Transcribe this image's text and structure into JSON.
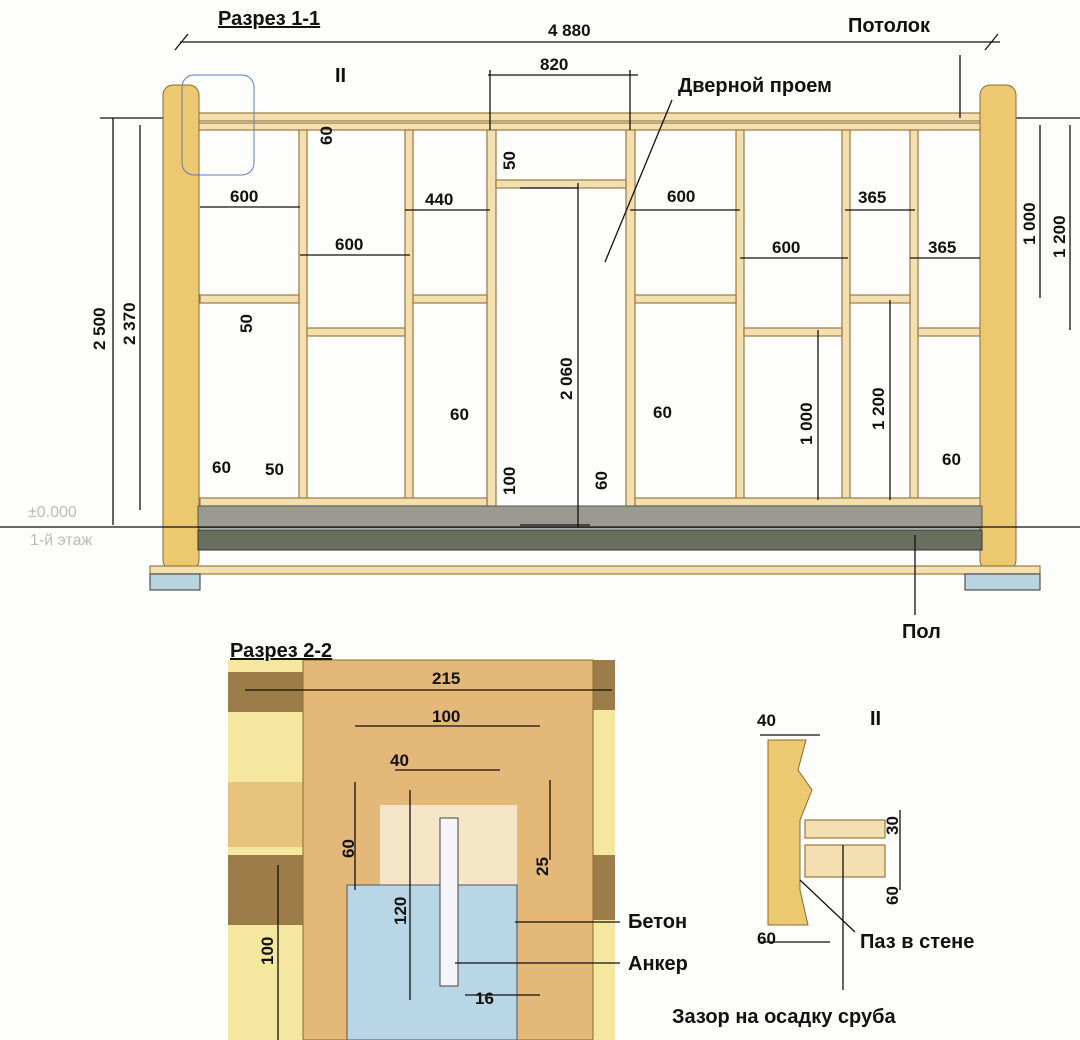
{
  "section1": {
    "title": "Разрез 1-1",
    "overall_width": "4 880",
    "ceiling": "Потолок",
    "door_width": "820",
    "window_mark": "II",
    "door_opening": "Дверной проем",
    "floor": "Пол",
    "level": "±0.000",
    "storey": "1-й этаж",
    "dims": {
      "top_plate": "60",
      "door_header": "50",
      "w600a": "600",
      "w440": "440",
      "w600b": "600",
      "w600c": "600",
      "w365a": "365",
      "w600d": "600",
      "w365b": "365",
      "h1000r": "1 000",
      "h1200r": "1 200",
      "h2500": "2 500",
      "h2370": "2 370",
      "nog50": "50",
      "h2060": "2 060",
      "h1000": "1 000",
      "h1200": "1 200",
      "s60a": "60",
      "s60b": "60",
      "s60c": "60",
      "s60d": "60",
      "s50": "50",
      "gap100": "100",
      "floor60": "60"
    }
  },
  "section2": {
    "title": "Разрез 2-2",
    "dims": {
      "d215": "215",
      "d100": "100",
      "d40": "40",
      "d60": "60",
      "d25": "25",
      "d120": "120",
      "d100v": "100",
      "d16": "16"
    },
    "concrete": "Бетон",
    "anchor": "Анкер"
  },
  "detail": {
    "mark": "II",
    "dims": {
      "d40": "40",
      "d30": "30",
      "d60a": "60",
      "d60b": "60"
    },
    "groove": "Паз в стене",
    "gap": "Зазор на осадку сруба"
  }
}
